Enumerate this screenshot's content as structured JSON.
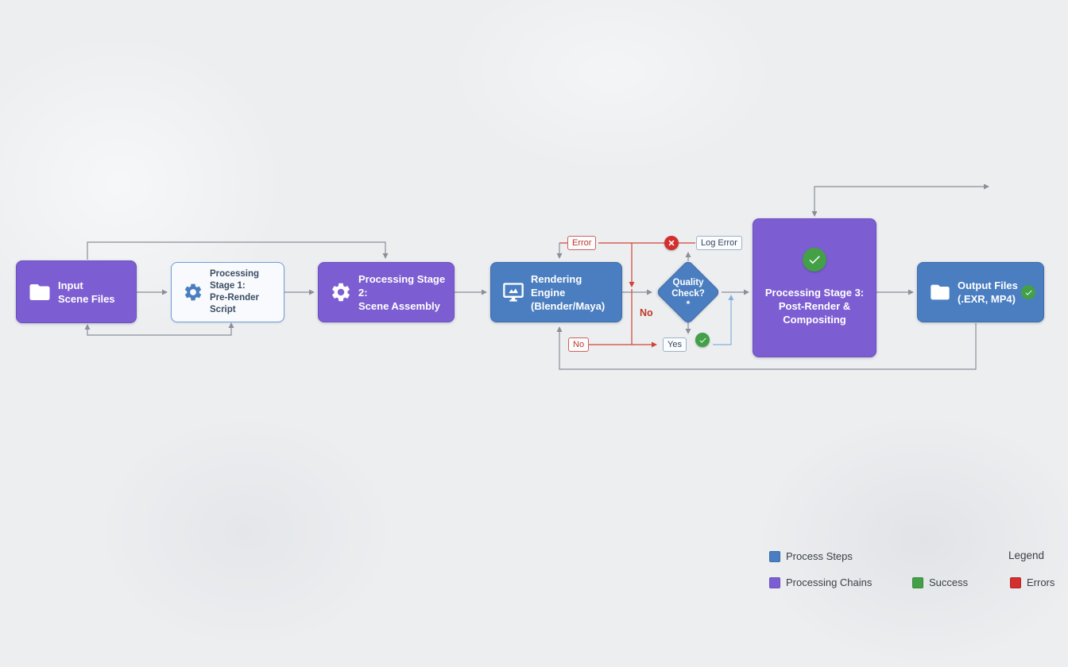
{
  "nodes": {
    "input": {
      "lines": [
        "Input",
        "Scene Files"
      ]
    },
    "stage1": {
      "lines": [
        "Processing Stage 1:",
        "Pre-Render Script"
      ]
    },
    "stage2": {
      "lines": [
        "Processing Stage 2:",
        "Scene Assembly"
      ]
    },
    "render": {
      "lines": [
        "Rendering Engine",
        "(Blender/Maya)"
      ]
    },
    "quality": {
      "lines": [
        "Quality",
        "Check?"
      ]
    },
    "stage3": {
      "lines": [
        "Processing Stage 3:",
        "Post-Render &",
        "Compositing"
      ]
    },
    "output": {
      "lines": [
        "Output Files",
        "(.EXR, MP4)"
      ]
    }
  },
  "labels": {
    "error": "Error",
    "log_error": "Log Error",
    "no_edge": "No",
    "no_tag": "No",
    "yes_tag": "Yes"
  },
  "legend": {
    "title": "Legend",
    "items": [
      {
        "label": "Process Steps",
        "color": "#4a7ec0"
      },
      {
        "label": "Processing Chains",
        "color": "#7d5ed2"
      },
      {
        "label": "Success",
        "color": "#43a047"
      },
      {
        "label": "Errors",
        "color": "#d32f2f"
      }
    ]
  },
  "colors": {
    "process_blue": "#4a7ec0",
    "chain_purple": "#7d5ed2",
    "success_green": "#43a047",
    "error_red": "#d32f2f",
    "edge_gray": "#8a8f98",
    "background": "#eceef0"
  }
}
